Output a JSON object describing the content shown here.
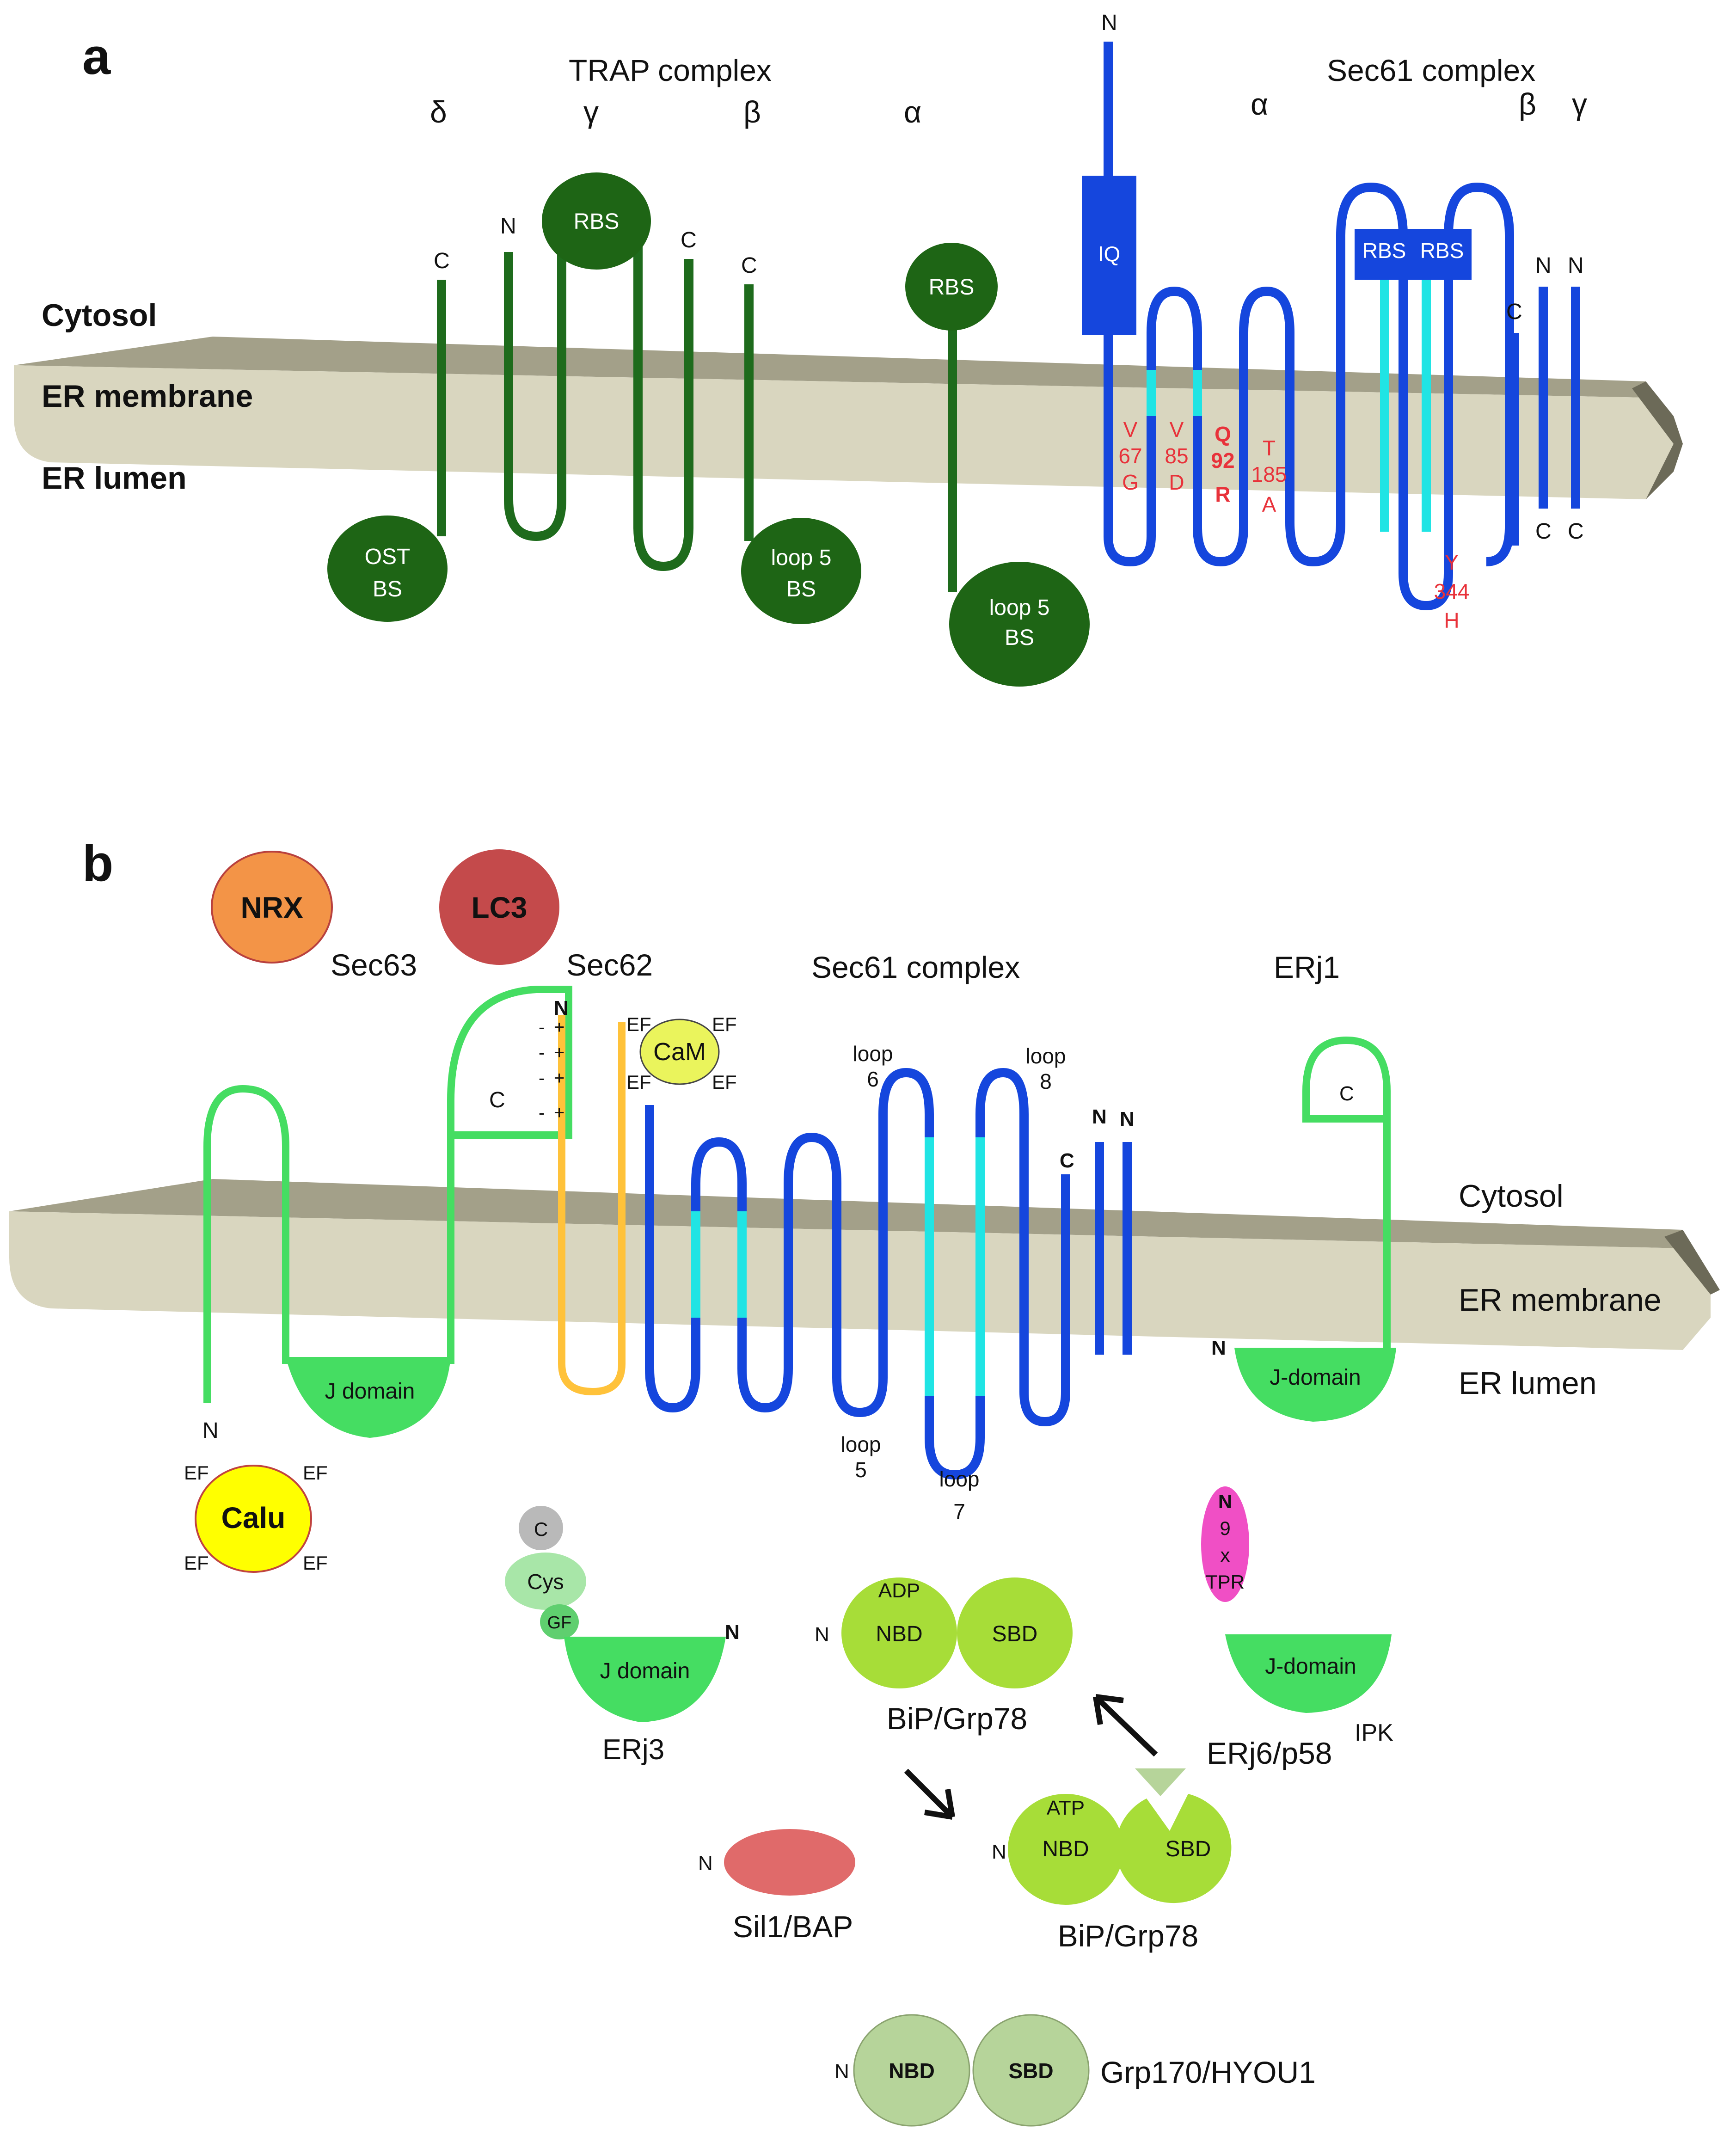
{
  "colors": {
    "membrane_top": "#a3a089",
    "membrane_front": "#d9d6bf",
    "membrane_edge": "#6c6a58",
    "trap_green": "#1e6b1c",
    "trap_dark_circle": "#1e6515",
    "sec61_blue": "#1546dd",
    "sec61_cyan": "#20e4e4",
    "sec63_green": "#45dd62",
    "sec62_orange": "#ffc23a",
    "mutation_red": "#e8323a",
    "nrx": "#f39447",
    "lc3": "#c44a4b",
    "calu_yellow": "#ffff00",
    "cam_yellow": "#eaf45c",
    "bip_green": "#a7dd38",
    "grp170_green": "#b6d49a",
    "sil1_red": "#e06a6a",
    "tpr_pink": "#f04fc5"
  },
  "panel_a": {
    "letter": "a",
    "trap_title": "TRAP complex",
    "trap_subunits": {
      "delta": "δ",
      "gamma": "γ",
      "beta": "β",
      "alpha": "α"
    },
    "sec61_title": "Sec61 complex",
    "sec61_subunits": {
      "alpha": "α",
      "beta": "β",
      "gamma": "γ"
    },
    "compartments": {
      "cytosol": "Cytosol",
      "membrane": "ER membrane",
      "lumen": "ER lumen"
    },
    "termini": {
      "n": "N",
      "c": "C"
    },
    "domains": {
      "ost_bs_1": "OST",
      "ost_bs_2": "BS",
      "rbs": "RBS",
      "loop5_bs_1": "loop 5",
      "loop5_bs_2": "BS",
      "iq": "IQ"
    },
    "mutations": {
      "v67g": [
        "V",
        "67",
        "G"
      ],
      "v85d": [
        "V",
        "85",
        "D"
      ],
      "q92r": [
        "Q",
        "92",
        "R"
      ],
      "t185a": [
        "T",
        "185",
        "A"
      ],
      "y344h": [
        "Y",
        "344",
        "H"
      ]
    }
  },
  "panel_b": {
    "letter": "b",
    "titles": {
      "sec63": "Sec63",
      "sec62": "Sec62",
      "sec61": "Sec61 complex",
      "erj1": "ERj1"
    },
    "compartments": {
      "cytosol": "Cytosol",
      "membrane": "ER membrane",
      "lumen": "ER lumen"
    },
    "nrx": "NRX",
    "lc3": "LC3",
    "cam": "CaM",
    "ef": "EF",
    "calu": "Calu",
    "termini": {
      "n": "N",
      "c": "C"
    },
    "charges": {
      "minus": "-",
      "plus": "+"
    },
    "j_domain": "J domain",
    "j_domain_hyphen": "J-domain",
    "loops": {
      "loop": "loop",
      "five": "5",
      "six": "6",
      "seven": "7",
      "eight": "8"
    },
    "erj3": {
      "label": "ERj3",
      "c": "C",
      "cys": "Cys",
      "gf": "GF"
    },
    "bip_adp": {
      "label": "BiP/Grp78",
      "nucleotide": "ADP",
      "nbd": "NBD",
      "sbd": "SBD"
    },
    "bip_atp": {
      "label": "BiP/Grp78",
      "nucleotide": "ATP",
      "nbd": "NBD",
      "sbd": "SBD"
    },
    "erj6": {
      "label": "ERj6/p58",
      "superscript": "IPK",
      "tpr": [
        "9",
        "x",
        "TPR"
      ]
    },
    "sil1": {
      "label": "Sil1/BAP"
    },
    "grp170": {
      "label": "Grp170/HYOU1",
      "nbd": "NBD",
      "sbd": "SBD"
    }
  }
}
